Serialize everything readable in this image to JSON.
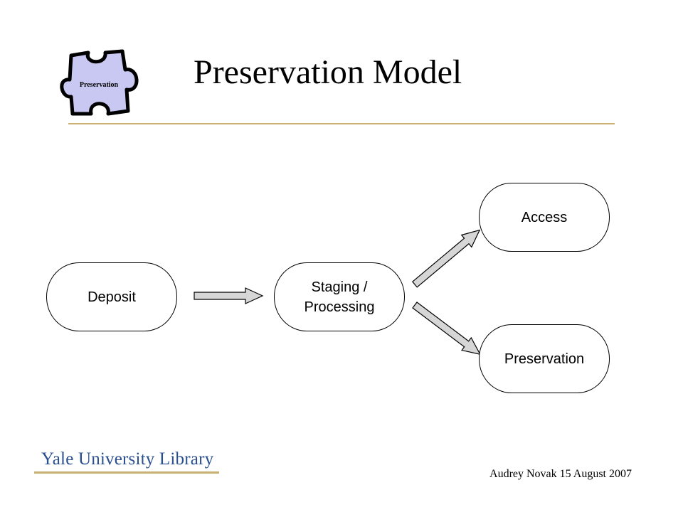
{
  "slide": {
    "title": "Preservation Model",
    "puzzle_label": "Preservation",
    "logo_text": "Yale University Library",
    "footer": "Audrey Novak 15 August 2007"
  },
  "diagram": {
    "nodes": {
      "deposit": "Deposit",
      "staging": "Staging /\nProcessing",
      "access": "Access",
      "preservation": "Preservation"
    },
    "edges": [
      {
        "from": "Deposit",
        "to": "Staging / Processing"
      },
      {
        "from": "Staging / Processing",
        "to": "Access"
      },
      {
        "from": "Staging / Processing",
        "to": "Preservation"
      }
    ]
  },
  "colors": {
    "accent_rule": "#c8b070",
    "puzzle_fill": "#c9c8f2",
    "logo_text": "#2a4f8f",
    "arrow_fill": "#d6d6d6"
  }
}
